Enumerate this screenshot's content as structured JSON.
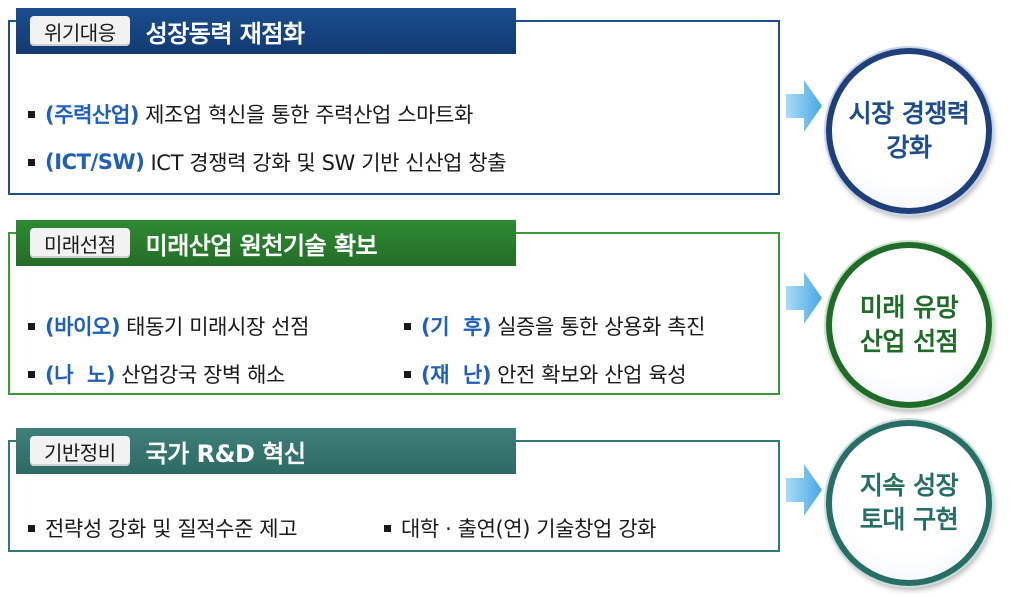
{
  "sections": [
    {
      "tag": "위기대응",
      "title": "성장동력 재점화",
      "rows": [
        [
          {
            "label": "(주력산업)",
            "text": "제조업 혁신을 통한 주력산업 스마트화"
          }
        ],
        [
          {
            "label": "(ICT/SW)",
            "text": "ICT 경쟁력 강화 및 SW 기반 신산업 창출"
          }
        ]
      ],
      "outcome": [
        "시장 경쟁력",
        "강화"
      ]
    },
    {
      "tag": "미래선점",
      "title": "미래산업 원천기술 확보",
      "rows": [
        [
          {
            "label": "(바이오)",
            "text": "태동기 미래시장 선점"
          },
          {
            "label": "(기  후)",
            "text": "실증을 통한 상용화 촉진"
          }
        ],
        [
          {
            "label": "(나  노)",
            "text": "산업강국 장벽 해소"
          },
          {
            "label": "(재  난)",
            "text": "안전 확보와 산업 육성"
          }
        ]
      ],
      "outcome": [
        "미래 유망",
        "산업 선점"
      ]
    },
    {
      "tag": "기반정비",
      "title": "국가 R&D 혁신",
      "rows": [
        [
          {
            "label": "",
            "text": "전략성 강화 및 질적수준 제고"
          },
          {
            "label": "",
            "text": "대학 · 출연(연) 기술창업 강화"
          }
        ]
      ],
      "outcome": [
        "지속 성장",
        "토대 구현"
      ]
    }
  ],
  "colors": {
    "blue": "#1f4e8c",
    "green": "#3a9a3a",
    "teal": "#2f7a74",
    "highlight": "#1f5fb8",
    "arrow": "#5ab4e8"
  }
}
